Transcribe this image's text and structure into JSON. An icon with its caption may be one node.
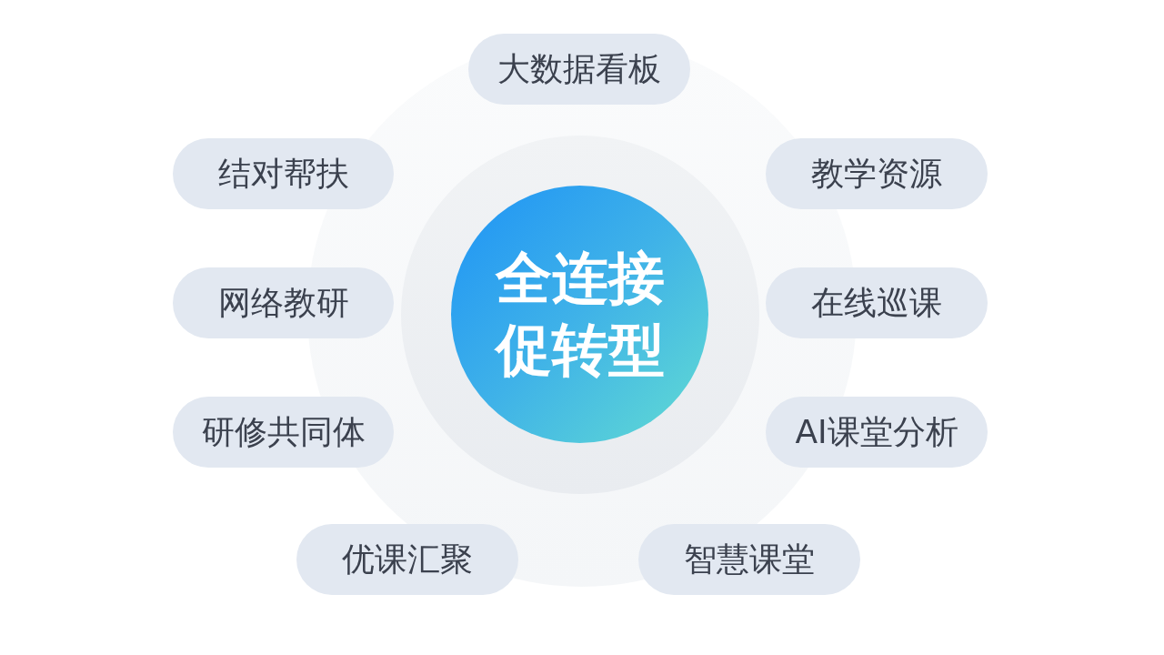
{
  "diagram": {
    "nodes": [
      {
        "text": [
          "大数据看板"
        ]
      },
      {
        "text": [
          "结对帮扶"
        ]
      },
      {
        "text": [
          "教学资源"
        ]
      },
      {
        "text": [
          "网络教研"
        ]
      },
      {
        "text": [
          "全连接促转型"
        ]
      },
      {
        "text": [
          "在线巡课"
        ]
      },
      {
        "text": [
          "研修共同体"
        ]
      },
      {
        "text": [
          "AI课堂分析"
        ]
      },
      {
        "text": [
          "优课汇聚"
        ]
      },
      {
        "text": [
          "智慧课堂"
        ]
      }
    ]
  }
}
